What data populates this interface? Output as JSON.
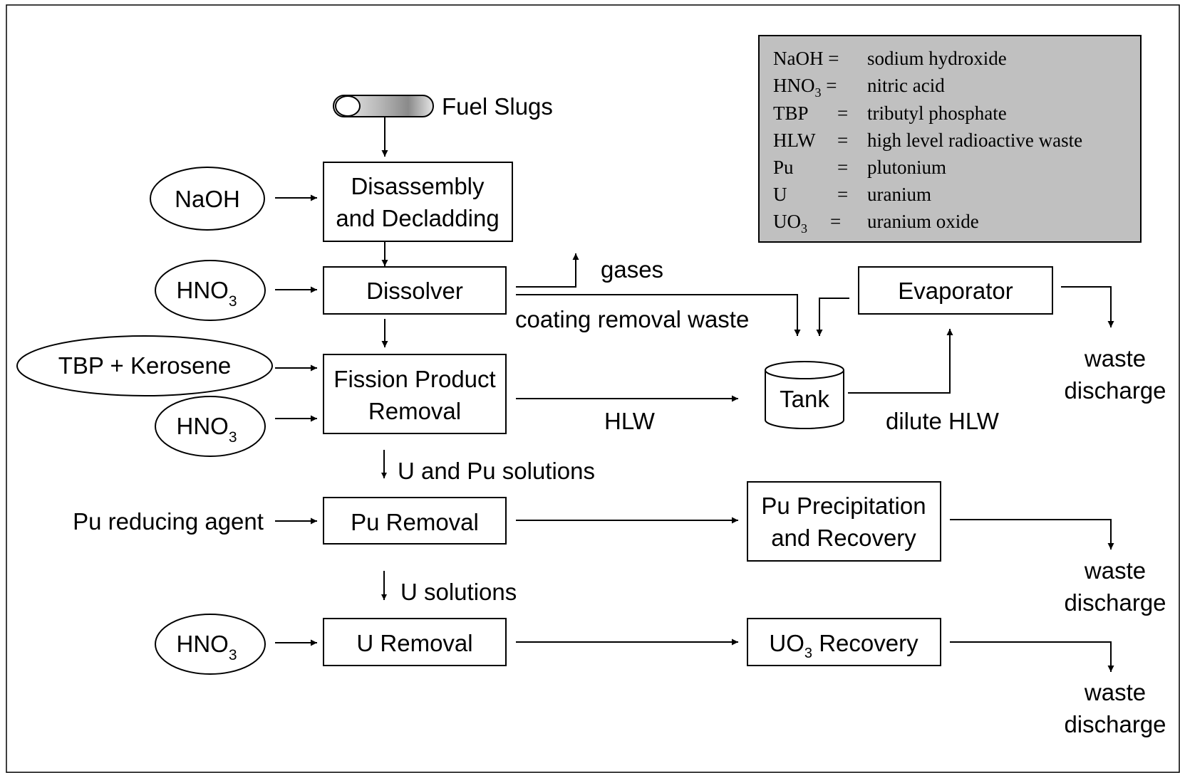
{
  "source": {
    "label": "Fuel Slugs"
  },
  "inputs": {
    "naoh": "NaOH",
    "hno3_dissolver_main": "HNO",
    "hno3_dissolver_sub": "3",
    "tbp": "TBP + Kerosene",
    "hno3_fission_main": "HNO",
    "hno3_fission_sub": "3",
    "pu_reducing": "Pu reducing agent",
    "hno3_u_main": "HNO",
    "hno3_u_sub": "3"
  },
  "process": {
    "disassembly_line1": "Disassembly",
    "disassembly_line2": "and Decladding",
    "dissolver": "Dissolver",
    "fission_line1": "Fission Product",
    "fission_line2": "Removal",
    "pu_removal": "Pu Removal",
    "u_removal": "U Removal",
    "tank": "Tank",
    "evaporator": "Evaporator",
    "pu_precip_line1": "Pu Precipitation",
    "pu_precip_line2": "and Recovery",
    "uo3_prefix": "UO",
    "uo3_sub": "3",
    "uo3_suffix": " Recovery"
  },
  "flows": {
    "gases": "gases",
    "coating_waste": "coating removal waste",
    "hlw": "HLW",
    "dilute_hlw": "dilute HLW",
    "u_pu_solutions": "U and Pu solutions",
    "u_solutions": "U solutions",
    "waste_line1": "waste",
    "waste_line2": "discharge"
  },
  "legend": {
    "background": "#c0c0c0",
    "rows": [
      {
        "abbr": "NaOH =",
        "sub": "",
        "eq": "",
        "meaning": "sodium hydroxide"
      },
      {
        "abbr": "HNO",
        "sub": "3",
        "eq": " =",
        "meaning": "nitric acid"
      },
      {
        "abbr": "TBP",
        "sub": "",
        "eq": "=",
        "meaning": "tributyl phosphate"
      },
      {
        "abbr": "HLW",
        "sub": "",
        "eq": "=",
        "meaning": "high level radioactive waste"
      },
      {
        "abbr": "Pu",
        "sub": "",
        "eq": "=",
        "meaning": "plutonium"
      },
      {
        "abbr": "U",
        "sub": "",
        "eq": "=",
        "meaning": "uranium"
      },
      {
        "abbr": "UO",
        "sub": "3",
        "eq": "=",
        "meaning": "uranium oxide"
      }
    ]
  }
}
